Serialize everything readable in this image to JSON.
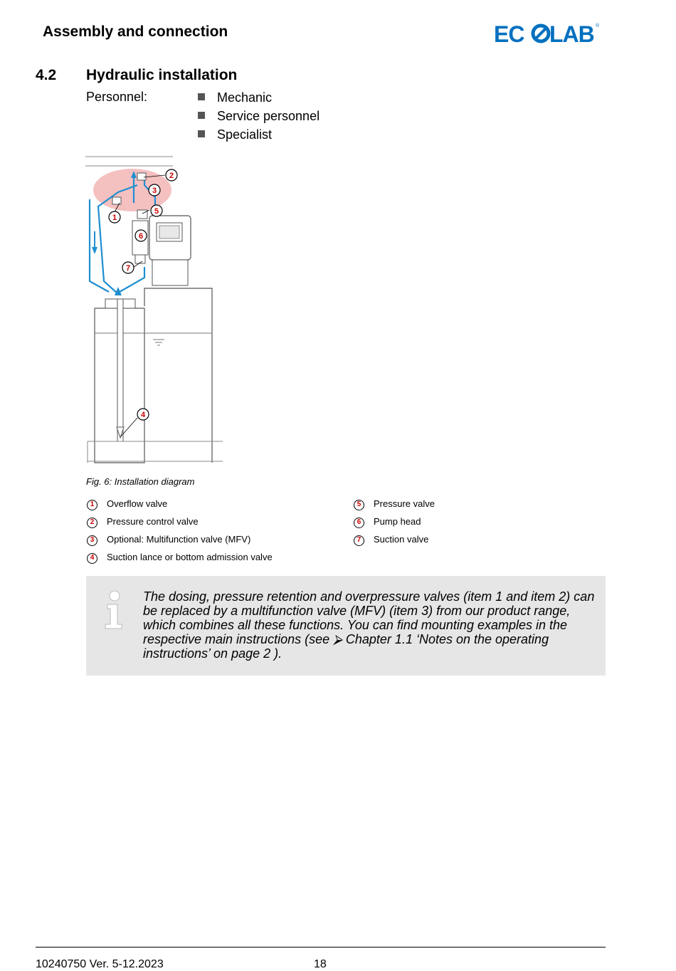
{
  "header": {
    "title": "Assembly and connection",
    "logo_text": "ECOLAB",
    "logo_color": "#0070c0"
  },
  "section": {
    "number": "4.2",
    "title": "Hydraulic installation",
    "personnel_label": "Personnel:",
    "personnel": [
      "Mechanic",
      "Service personnel",
      "Specialist"
    ]
  },
  "figure": {
    "caption": "Fig. 6: Installation diagram",
    "callouts": [
      "1",
      "2",
      "3",
      "4",
      "5",
      "6",
      "7"
    ]
  },
  "legend": {
    "left": [
      {
        "num": "1",
        "text": "Overflow valve"
      },
      {
        "num": "2",
        "text": "Pressure control valve"
      },
      {
        "num": "3",
        "text": "Optional: Multifunction valve (MFV)"
      },
      {
        "num": "4",
        "text": "Suction lance or bottom admission valve"
      }
    ],
    "right": [
      {
        "num": "5",
        "text": "Pressure valve"
      },
      {
        "num": "6",
        "text": "Pump head"
      },
      {
        "num": "7",
        "text": "Suction valve"
      }
    ]
  },
  "info": {
    "icon": "info-icon",
    "text": "The dosing, pressure retention and overpressure valves (item 1 and item 2) can be replaced by a multifunction valve (MFV) (item 3) from our product range, which combines all these functions. You can find mounting examples in the respective main instructions (see ⮚ Chapter 1.1   ‘Notes on the operating instructions’ on page  2 )."
  },
  "footer": {
    "doc_id": "10240750 Ver. 5-12.2023",
    "page": "18"
  }
}
